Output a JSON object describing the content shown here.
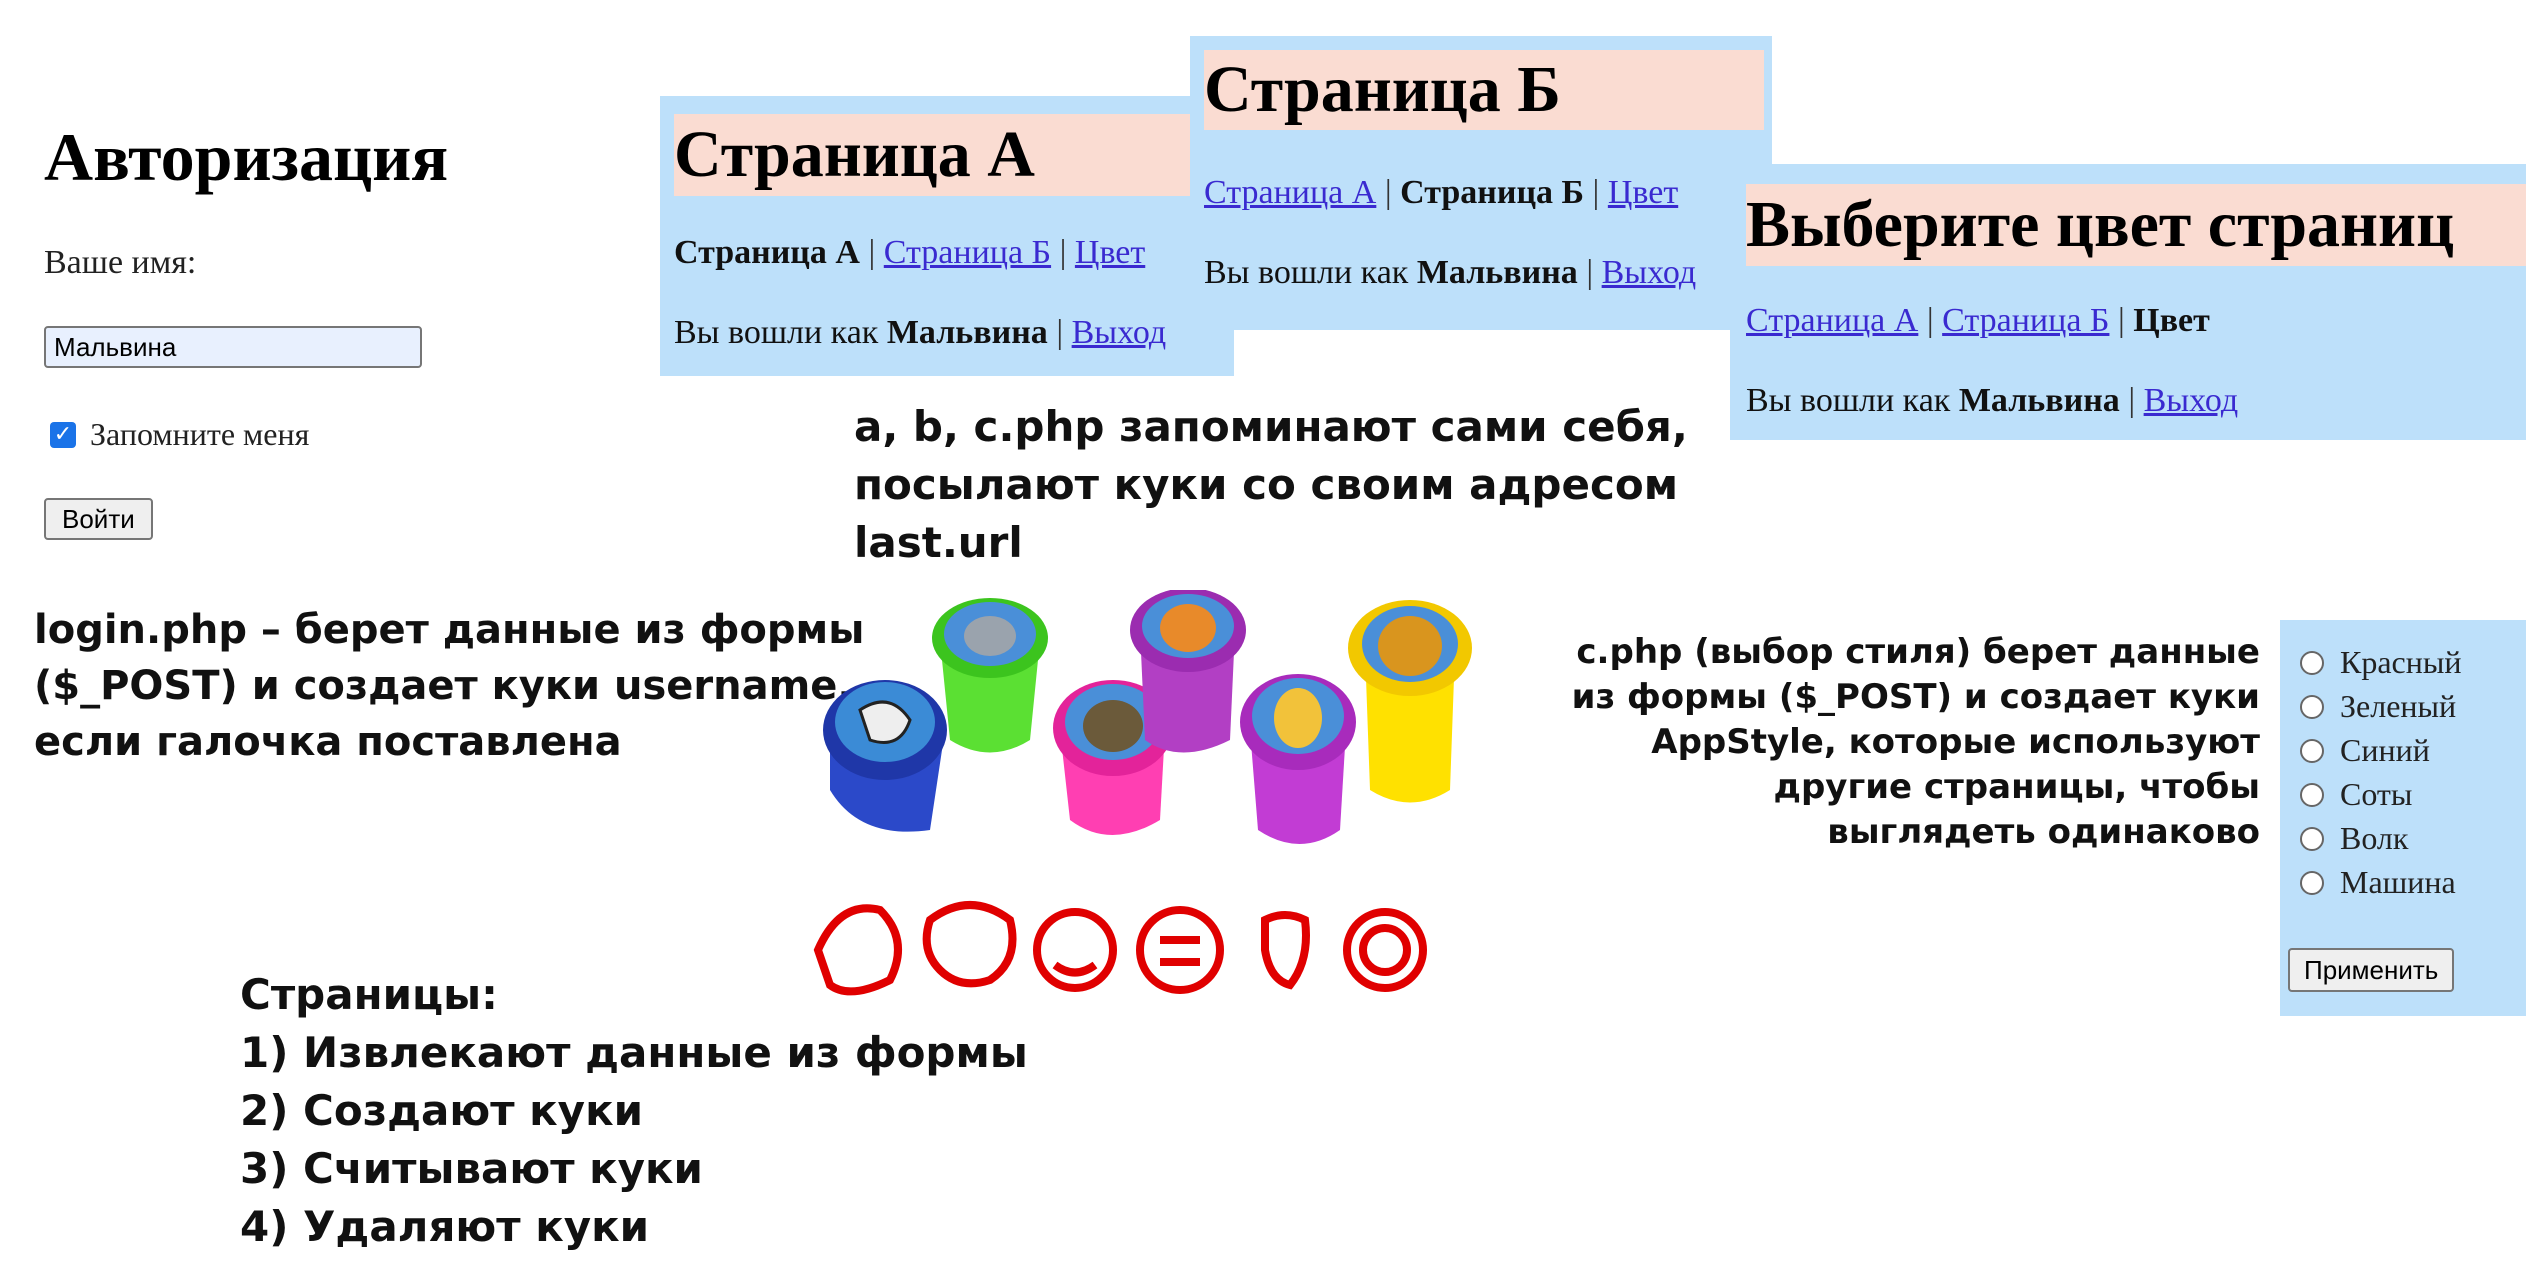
{
  "login_form": {
    "title": "Авторизация",
    "name_label": "Ваше имя:",
    "name_value": "Мальвина",
    "remember_label": "Запомните меня",
    "remember_checked": true,
    "submit_label": "Войти"
  },
  "page_a": {
    "title": "Страница А",
    "nav": {
      "a": "Страница А",
      "sep1": "|",
      "b": "Страница Б",
      "sep2": "|",
      "c": "Цвет"
    },
    "user_prefix": "Вы вошли как",
    "user_name": "Мальвина",
    "user_sep": "|",
    "logout": "Выход"
  },
  "page_b": {
    "title": "Страница Б",
    "nav": {
      "a": "Страница А",
      "sep1": "|",
      "b": "Страница Б",
      "sep2": "|",
      "c": "Цвет"
    },
    "user_prefix": "Вы вошли как",
    "user_name": "Мальвина",
    "user_sep": "|",
    "logout": "Выход"
  },
  "page_c": {
    "title": "Выберите цвет страниц",
    "nav": {
      "a": "Страница А",
      "sep1": "|",
      "b": "Страница Б",
      "sep2": "|",
      "c": "Цвет"
    },
    "user_prefix": "Вы вошли как",
    "user_name": "Мальвина",
    "user_sep": "|",
    "logout": "Выход"
  },
  "style_form": {
    "options": [
      "Красный",
      "Зеленый",
      "Синий",
      "Соты",
      "Волк",
      "Машина"
    ],
    "submit_label": "Применить"
  },
  "notes": {
    "abc": [
      "a, b, c.php запоминают сами себя,",
      "посылают куки со своим адресом",
      "last.url"
    ],
    "login": [
      "login.php – берет данные из формы",
      "($_POST) и создает куки username,",
      "если галочка поставлена"
    ],
    "c": [
      "c.php (выбор стиля) берет данные",
      "из формы ($_POST) и создает куки",
      "AppStyle, которые используют",
      "другие страницы, чтобы",
      "выглядеть одинаково"
    ],
    "pages": [
      "Страницы:",
      "1) Извлекают данные из формы",
      "2) Создают куки",
      "3) Считывают куки",
      "4) Удаляют куки"
    ]
  },
  "colors": {
    "card_bg": "#bde0fa",
    "card_head_bg": "#fadcd2",
    "link": "#3a2ad0",
    "stamp_print": "#e00000"
  }
}
